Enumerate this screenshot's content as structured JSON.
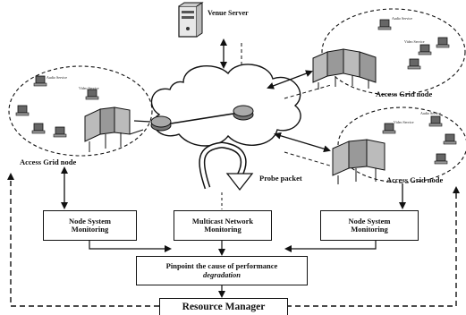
{
  "server": {
    "label": "Venue Server"
  },
  "probe": {
    "label": "Probe packet"
  },
  "nodes": {
    "left": {
      "label": "Access Grid node",
      "audio": "Audio Service",
      "video": "Video Service"
    },
    "top_right": {
      "label": "Access Grid node",
      "audio": "Audio Service",
      "video": "Video Service"
    },
    "bottom_right": {
      "label": "Access Grid node",
      "audio": "Audio Service",
      "video": "Video Service"
    }
  },
  "boxes": {
    "node_monitor_left": {
      "line1": "Node System",
      "line2": "Monitoring"
    },
    "multicast": {
      "line1": "Multicast Network",
      "line2": "Monitoring"
    },
    "node_monitor_right": {
      "line1": "Node System",
      "line2": "Monitoring"
    },
    "pinpoint": {
      "line1": "Pinpoint the cause of performance",
      "line2": "degradation"
    },
    "resource_manager": {
      "label": "Resource Manager"
    }
  }
}
